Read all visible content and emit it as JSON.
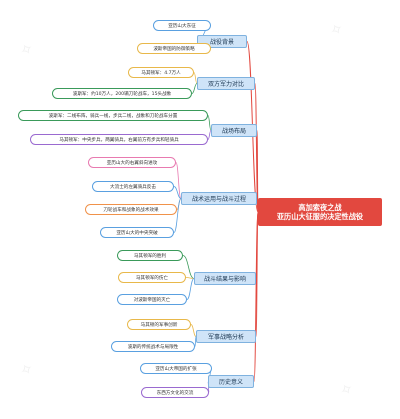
{
  "root": {
    "line1": "高加索夜之战",
    "line2": "亚历山大征服的决定性战役"
  },
  "branches": [
    {
      "label": "战役背景",
      "leaves": [
        {
          "label": "亚历山大东征",
          "color": "#5aa0e0"
        },
        {
          "label": "波斯帝国的防御策略",
          "color": "#e8b84a"
        }
      ]
    },
    {
      "label": "双方军力对比",
      "leaves": [
        {
          "label": "马其顿军：4.7万人",
          "color": "#e8b84a"
        },
        {
          "label": "波斯军：约10万人，200辆刀轮战车，15头战象",
          "color": "#3a9a5a"
        }
      ]
    },
    {
      "label": "战场布局",
      "leaves": [
        {
          "label": "波斯军：二线布阵，骑兵一线，步兵二线，战象和刀轮战车分置",
          "color": "#3a9a5a"
        },
        {
          "label": "马其顿军：中央步兵，两翼骑兵，右翼前方有步兵和轻骑兵",
          "color": "#9a6ad0"
        }
      ]
    },
    {
      "label": "战术运用与战斗过程",
      "leaves": [
        {
          "label": "亚历山大的右翼斜向进攻",
          "color": "#e87ab0"
        },
        {
          "label": "大流士的左翼骑兵反击",
          "color": "#5aa0e0"
        },
        {
          "label": "刀轮战车和战象的战术效果",
          "color": "#f0924a"
        },
        {
          "label": "亚历山大的中央突破",
          "color": "#5aa0e0"
        }
      ]
    },
    {
      "label": "战斗结果与影响",
      "leaves": [
        {
          "label": "马其顿军的胜利",
          "color": "#3a9a5a"
        },
        {
          "label": "马其顿军的伤亡",
          "color": "#e8b84a"
        },
        {
          "label": "对波斯帝国的灭亡",
          "color": "#5aa0e0"
        }
      ]
    },
    {
      "label": "军事战略分析",
      "leaves": [
        {
          "label": "马其顿的军事创新",
          "color": "#e8b84a"
        },
        {
          "label": "波斯的传统战术与局限性",
          "color": "#5aa0e0"
        }
      ]
    },
    {
      "label": "历史意义",
      "leaves": [
        {
          "label": "亚历山大帝国的扩张",
          "color": "#5aa0e0"
        },
        {
          "label": "东西方文化的交流",
          "color": "#9a6ad0"
        }
      ]
    }
  ],
  "colors": {
    "root_bg": "#e2483f",
    "category_bg": "#cfe4f8",
    "category_border": "#7fb2df",
    "trunk_line": "#e2483f",
    "branch_line": "#5b9bd5"
  }
}
